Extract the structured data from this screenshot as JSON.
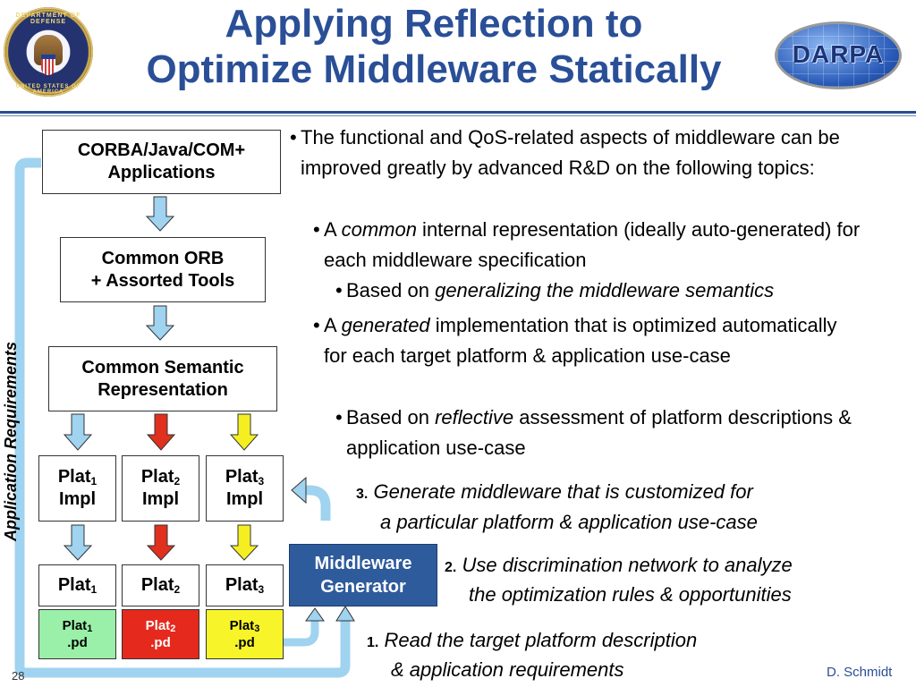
{
  "title": {
    "line1": "Applying Reflection to",
    "line2": "Optimize Middleware Statically"
  },
  "logo_right": {
    "text": "DARPA"
  },
  "seal": {
    "top_text": "DEPARTMENT OF DEFENSE",
    "bottom_text": "UNITED STATES OF AMERICA"
  },
  "diagram": {
    "side_label": "Application Requirements",
    "box_apps": {
      "line1": "CORBA/Java/COM+",
      "line2": "Applications"
    },
    "box_orb": {
      "line1": "Common ORB",
      "line2": "+ Assorted Tools"
    },
    "box_semantic": {
      "line1": "Common Semantic",
      "line2": "Representation"
    },
    "plat_word": "Plat",
    "impl_word": "Impl",
    "pd_word": ".pd",
    "subs": [
      "1",
      "2",
      "3"
    ],
    "generator": {
      "line1": "Middleware",
      "line2": "Generator"
    },
    "colors": {
      "blue_arrow": "#9fd3f0",
      "red_arrow": "#e0301e",
      "yellow_arrow": "#f5ef22",
      "pd1_fill": "#9af0a8",
      "pd2_fill": "#e6291d",
      "pd3_fill": "#f7f52a",
      "generator_fill": "#2e5b9b"
    }
  },
  "bullets": {
    "b1": "The functional and QoS-related aspects of middleware can be improved greatly by advanced R&D on the following topics:",
    "b2": {
      "pre": "A ",
      "em": "common",
      "post": " internal representation (ideally auto-generated) for each middleware specification"
    },
    "b2a": {
      "pre": "Based on ",
      "em": "generalizing the middleware semantics"
    },
    "b3": {
      "pre": "A ",
      "em": "generated",
      "post": " implementation that is optimized automatically for each target platform & application use-case"
    },
    "b3a": {
      "pre": "Based on ",
      "em": "reflective",
      "post": " assessment of platform descriptions & application use-case"
    }
  },
  "steps": {
    "s3": {
      "num": "3.",
      "line1": "Generate middleware that is customized for",
      "line2": "a particular platform & application use-case"
    },
    "s2": {
      "num": "2.",
      "line1": "Use discrimination network to analyze",
      "line2": "the optimization rules & opportunities"
    },
    "s1": {
      "num": "1.",
      "line1": "Read the target platform description",
      "line2": "& application requirements"
    }
  },
  "footer": {
    "page": "28",
    "author": "D. Schmidt"
  }
}
